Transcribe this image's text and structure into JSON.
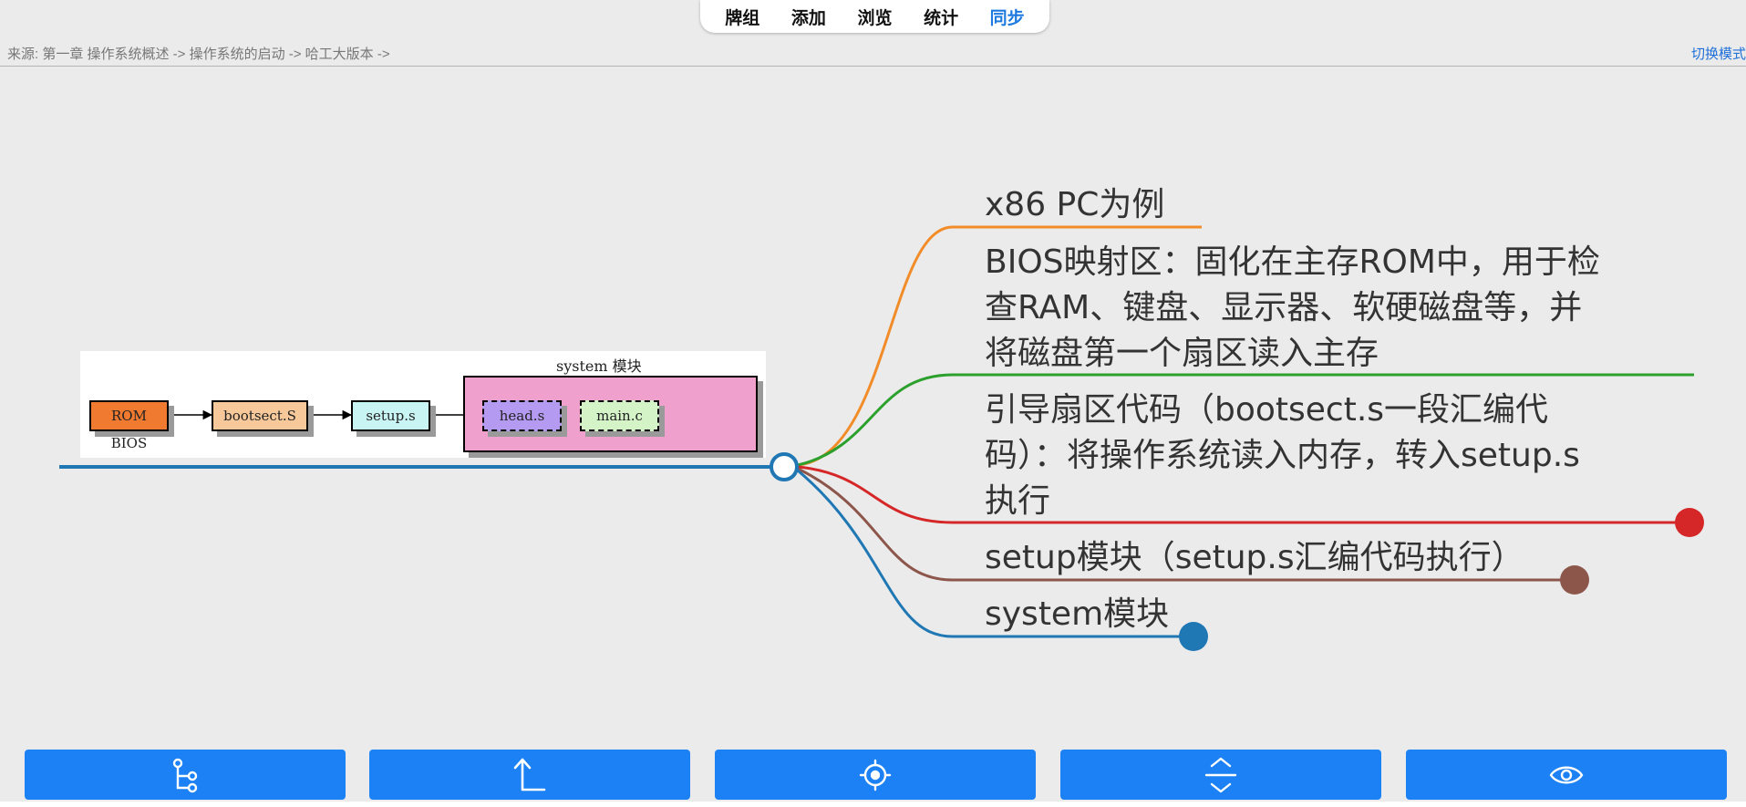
{
  "nav": {
    "tabs": [
      {
        "label": "牌组"
      },
      {
        "label": "添加"
      },
      {
        "label": "浏览"
      },
      {
        "label": "统计"
      },
      {
        "label": "同步",
        "active": true
      }
    ]
  },
  "breadcrumb": {
    "text": "来源: 第一章 操作系统概述 -> 操作系统的启动 -> 哈工大版本 ->",
    "switch_label": "切换模式"
  },
  "figure": {
    "container_label": "system 模块",
    "boxes": {
      "rom": "ROM BIOS",
      "bootsect": "bootsect.S",
      "setup": "setup.s",
      "head": "head.s",
      "main": "main.c"
    }
  },
  "mindmap": {
    "branches": [
      {
        "lines": [
          "x86 PC为例"
        ],
        "color": "#f28c28"
      },
      {
        "lines": [
          "BIOS映射区：固化在主存ROM中，用于检",
          "查RAM、键盘、显示器、软硬磁盘等，并",
          "将磁盘第一个扇区读入主存"
        ],
        "color": "#2ca02c"
      },
      {
        "lines": [
          "引导扇区代码（bootsect.s一段汇编代",
          "码）：将操作系统读入内存，转入setup.s",
          "执行"
        ],
        "color": "#d62728"
      },
      {
        "lines": [
          "setup模块（setup.s汇编代码执行）"
        ],
        "color": "#8c564b"
      },
      {
        "lines": [
          "system模块"
        ],
        "color": "#1f77b4"
      }
    ],
    "trunk_color": "#1f77b4"
  },
  "toolbar": {
    "buttons": [
      {
        "name": "tree-view-button",
        "icon": "branch-icon"
      },
      {
        "name": "go-up-button",
        "icon": "arrow-up-return-icon"
      },
      {
        "name": "locate-button",
        "icon": "crosshair-icon"
      },
      {
        "name": "expand-collapse-button",
        "icon": "expand-collapse-icon"
      },
      {
        "name": "show-button",
        "icon": "eye-icon"
      }
    ],
    "color": "#1c81f5"
  }
}
